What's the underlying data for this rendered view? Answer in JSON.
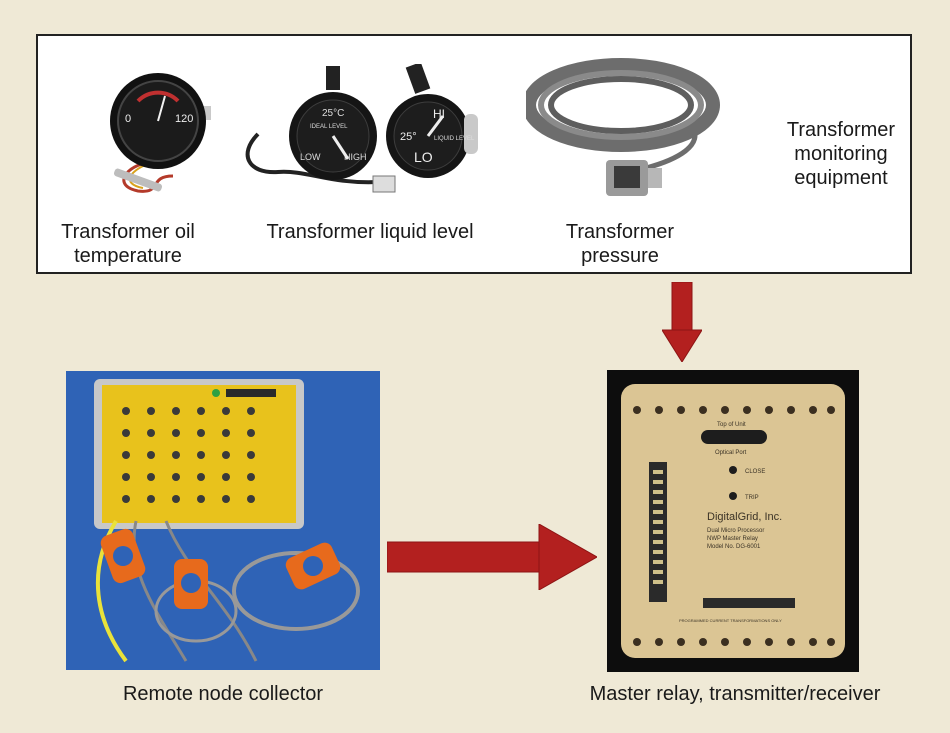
{
  "panel": {
    "side_label_line1": "Transformer",
    "side_label_line2": "monitoring",
    "side_label_line3": "equipment",
    "items": [
      {
        "line1": "Transformer oil",
        "line2": "temperature",
        "icon": "temperature-gauge-icon"
      },
      {
        "line1": "Transformer liquid level",
        "line2": "",
        "icon": "liquid-level-gauge-icon"
      },
      {
        "line1": "Transformer",
        "line2": "pressure",
        "icon": "pressure-sensor-icon"
      }
    ]
  },
  "gauges": {
    "temp_low": "0",
    "temp_high": "120",
    "level_left_top": "25°C",
    "level_left_sub": "IDEAL LEVEL",
    "level_left_low": "LOW",
    "level_left_high": "HIGH",
    "level_right_top": "HI",
    "level_right_mid": "25°",
    "level_right_sub": "LIQUID LEVEL",
    "level_right_low": "LO"
  },
  "bottom": {
    "left_caption": "Remote node collector",
    "right_caption": "Master relay, transmitter/receiver"
  },
  "relay": {
    "top_label": "Top of Unit",
    "port_label": "Optical Port",
    "close_label": "CLOSE",
    "trip_label": "TRIP",
    "brand": "DigitalGrid, Inc.",
    "line1": "Dual Micro Processor",
    "line2": "NWP Master Relay",
    "line3": "Model No. DG-6001",
    "footer_label": "PROGRAMMED CURRENT TRANSFORMATIONS ONLY"
  },
  "colors": {
    "background": "#efe9d6",
    "arrow": "#b3201f",
    "relay_face": "#dbc594",
    "collector_box": "#e8c21c",
    "clamp": "#e76a1c",
    "blue_mat": "#2f63b6"
  }
}
